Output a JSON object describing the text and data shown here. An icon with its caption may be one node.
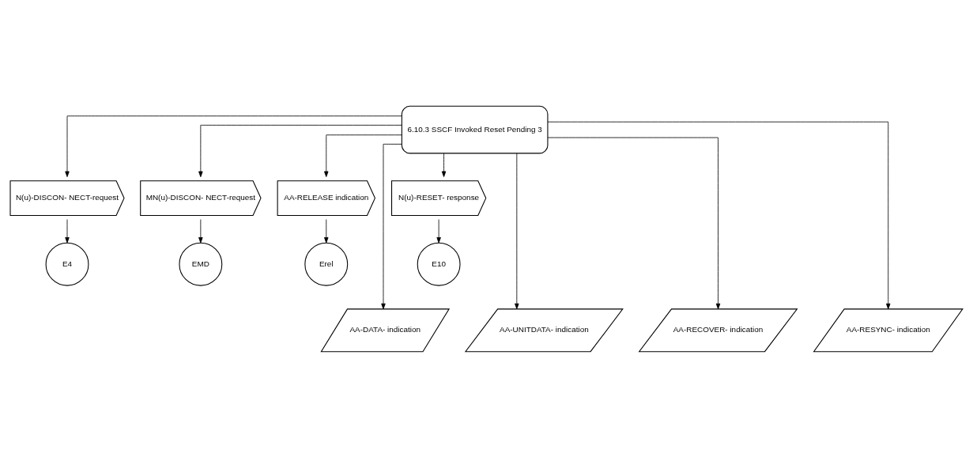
{
  "diagram": {
    "nodes": [
      {
        "text": [
          "6.10.3 SSCF Invoked Reset Pending 3"
        ]
      },
      {
        "text": [
          "N(u)-DISCON- NECT-request"
        ]
      },
      {
        "text": [
          "MN(u)-DISCON- NECT-request"
        ]
      },
      {
        "text": [
          "AA-RELEASE indication"
        ]
      },
      {
        "text": [
          "N(u)-RESET- response"
        ]
      },
      {
        "text": [
          "E4"
        ]
      },
      {
        "text": [
          "EMD"
        ]
      },
      {
        "text": [
          "Erel"
        ]
      },
      {
        "text": [
          "E10"
        ]
      },
      {
        "text": [
          "AA-DATA- indication"
        ]
      },
      {
        "text": [
          "AA-UNITDATA- indication"
        ]
      },
      {
        "text": [
          "AA-RECOVER- indication"
        ]
      },
      {
        "text": [
          "AA-RESYNC- indication"
        ]
      }
    ],
    "edges": [
      {
        "from": 0,
        "to": 1,
        "arrow": "to"
      },
      {
        "from": 0,
        "to": 2,
        "arrow": "to"
      },
      {
        "from": 0,
        "to": 3,
        "arrow": "to"
      },
      {
        "from": 0,
        "to": 4,
        "arrow": "to"
      },
      {
        "from": 1,
        "to": 5,
        "arrow": "to"
      },
      {
        "from": 2,
        "to": 6,
        "arrow": "to"
      },
      {
        "from": 3,
        "to": 7,
        "arrow": "to"
      },
      {
        "from": 4,
        "to": 8,
        "arrow": "to"
      },
      {
        "from": 0,
        "to": 9,
        "arrow": "to"
      },
      {
        "from": 0,
        "to": 10,
        "arrow": "to"
      },
      {
        "from": 0,
        "to": 11,
        "arrow": "to"
      },
      {
        "from": 0,
        "to": 12,
        "arrow": "to"
      }
    ]
  }
}
